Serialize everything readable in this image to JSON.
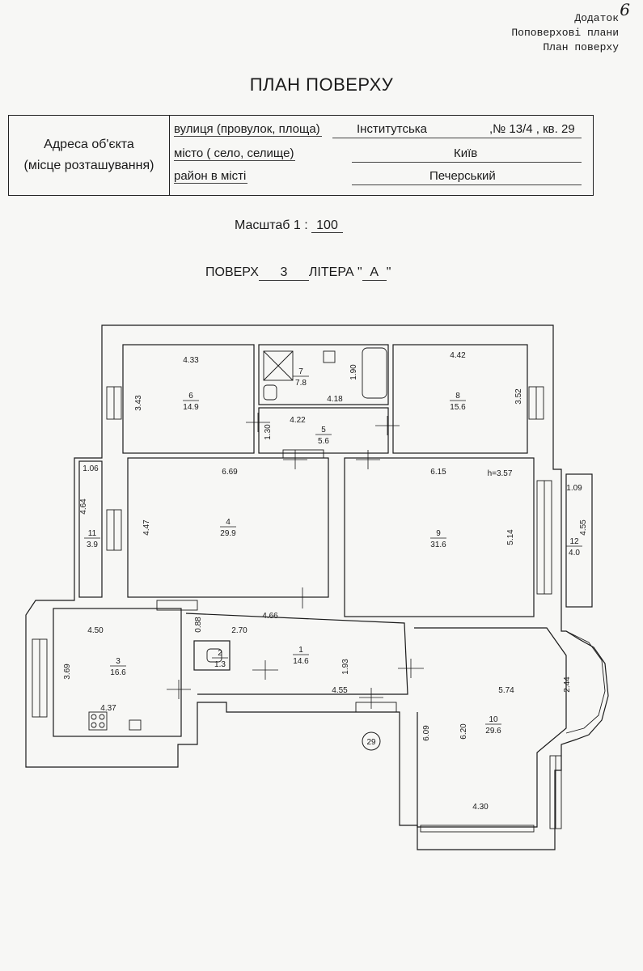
{
  "corner": {
    "number": "6",
    "line1": "Додаток",
    "line2": "Поповерхові плани",
    "line3": "План поверху"
  },
  "title": "ПЛАН ПОВЕРХУ",
  "address": {
    "left_line1": "Адреса об'єкта",
    "left_line2": "(місце розташування)",
    "street_label": "вулиця (провулок, площа)",
    "street_value": "Інститутська",
    "number_value": ",№ 13/4 , кв. 29",
    "city_label": "місто ( село, селище)",
    "city_value": "Київ",
    "district_label": "район в місті",
    "district_value": "Печерський"
  },
  "scale": {
    "label": "Масштаб  1 :",
    "value": "100"
  },
  "floor": {
    "label": "ПОВЕРХ",
    "value": "3",
    "litera_label": "ЛІТЕРА \"",
    "litera_value": "А",
    "litera_end": "\""
  },
  "plan": {
    "apartment_marker": "29",
    "rooms": [
      {
        "id": "6",
        "area": "14.9",
        "top_dim": "4.33",
        "side_dim": "3.43"
      },
      {
        "id": "7",
        "area": "7.8",
        "dim_a": "1.90",
        "dim_b": "4.18"
      },
      {
        "id": "8",
        "area": "15.6",
        "top_dim": "4.42",
        "side_dim": "3.52"
      },
      {
        "id": "5",
        "area": "5.6",
        "dim_a": "4.22",
        "dim_b": "1.30"
      },
      {
        "id": "4",
        "area": "29.9",
        "top_dim": "6.69",
        "side_dim": "4.47"
      },
      {
        "id": "11",
        "area": "3.9",
        "dim_a": "1.06",
        "dim_b": "4.64"
      },
      {
        "id": "9",
        "area": "31.6",
        "top_dim": "6.15",
        "side_dim": "5.14",
        "height": "h=3.57"
      },
      {
        "id": "12",
        "area": "4.0",
        "dim_a": "1.09",
        "dim_b": "4.55"
      },
      {
        "id": "3",
        "area": "16.6",
        "top_dim": "4.50",
        "side_dim": "3.69",
        "bottom_dim": "4.37"
      },
      {
        "id": "2",
        "area": "1.3",
        "dim_a": "0.88",
        "dim_b": "2.70"
      },
      {
        "id": "1",
        "area": "14.6",
        "top_dim": "4.66",
        "side_dim": "1.93",
        "bottom_dim": "4.55"
      },
      {
        "id": "10",
        "area": "29.6",
        "top_dim": "5.74",
        "side_dim": "6.20",
        "dim_c": "6.09",
        "dim_d": "2.44",
        "bottom_dim": "4.30"
      }
    ]
  }
}
